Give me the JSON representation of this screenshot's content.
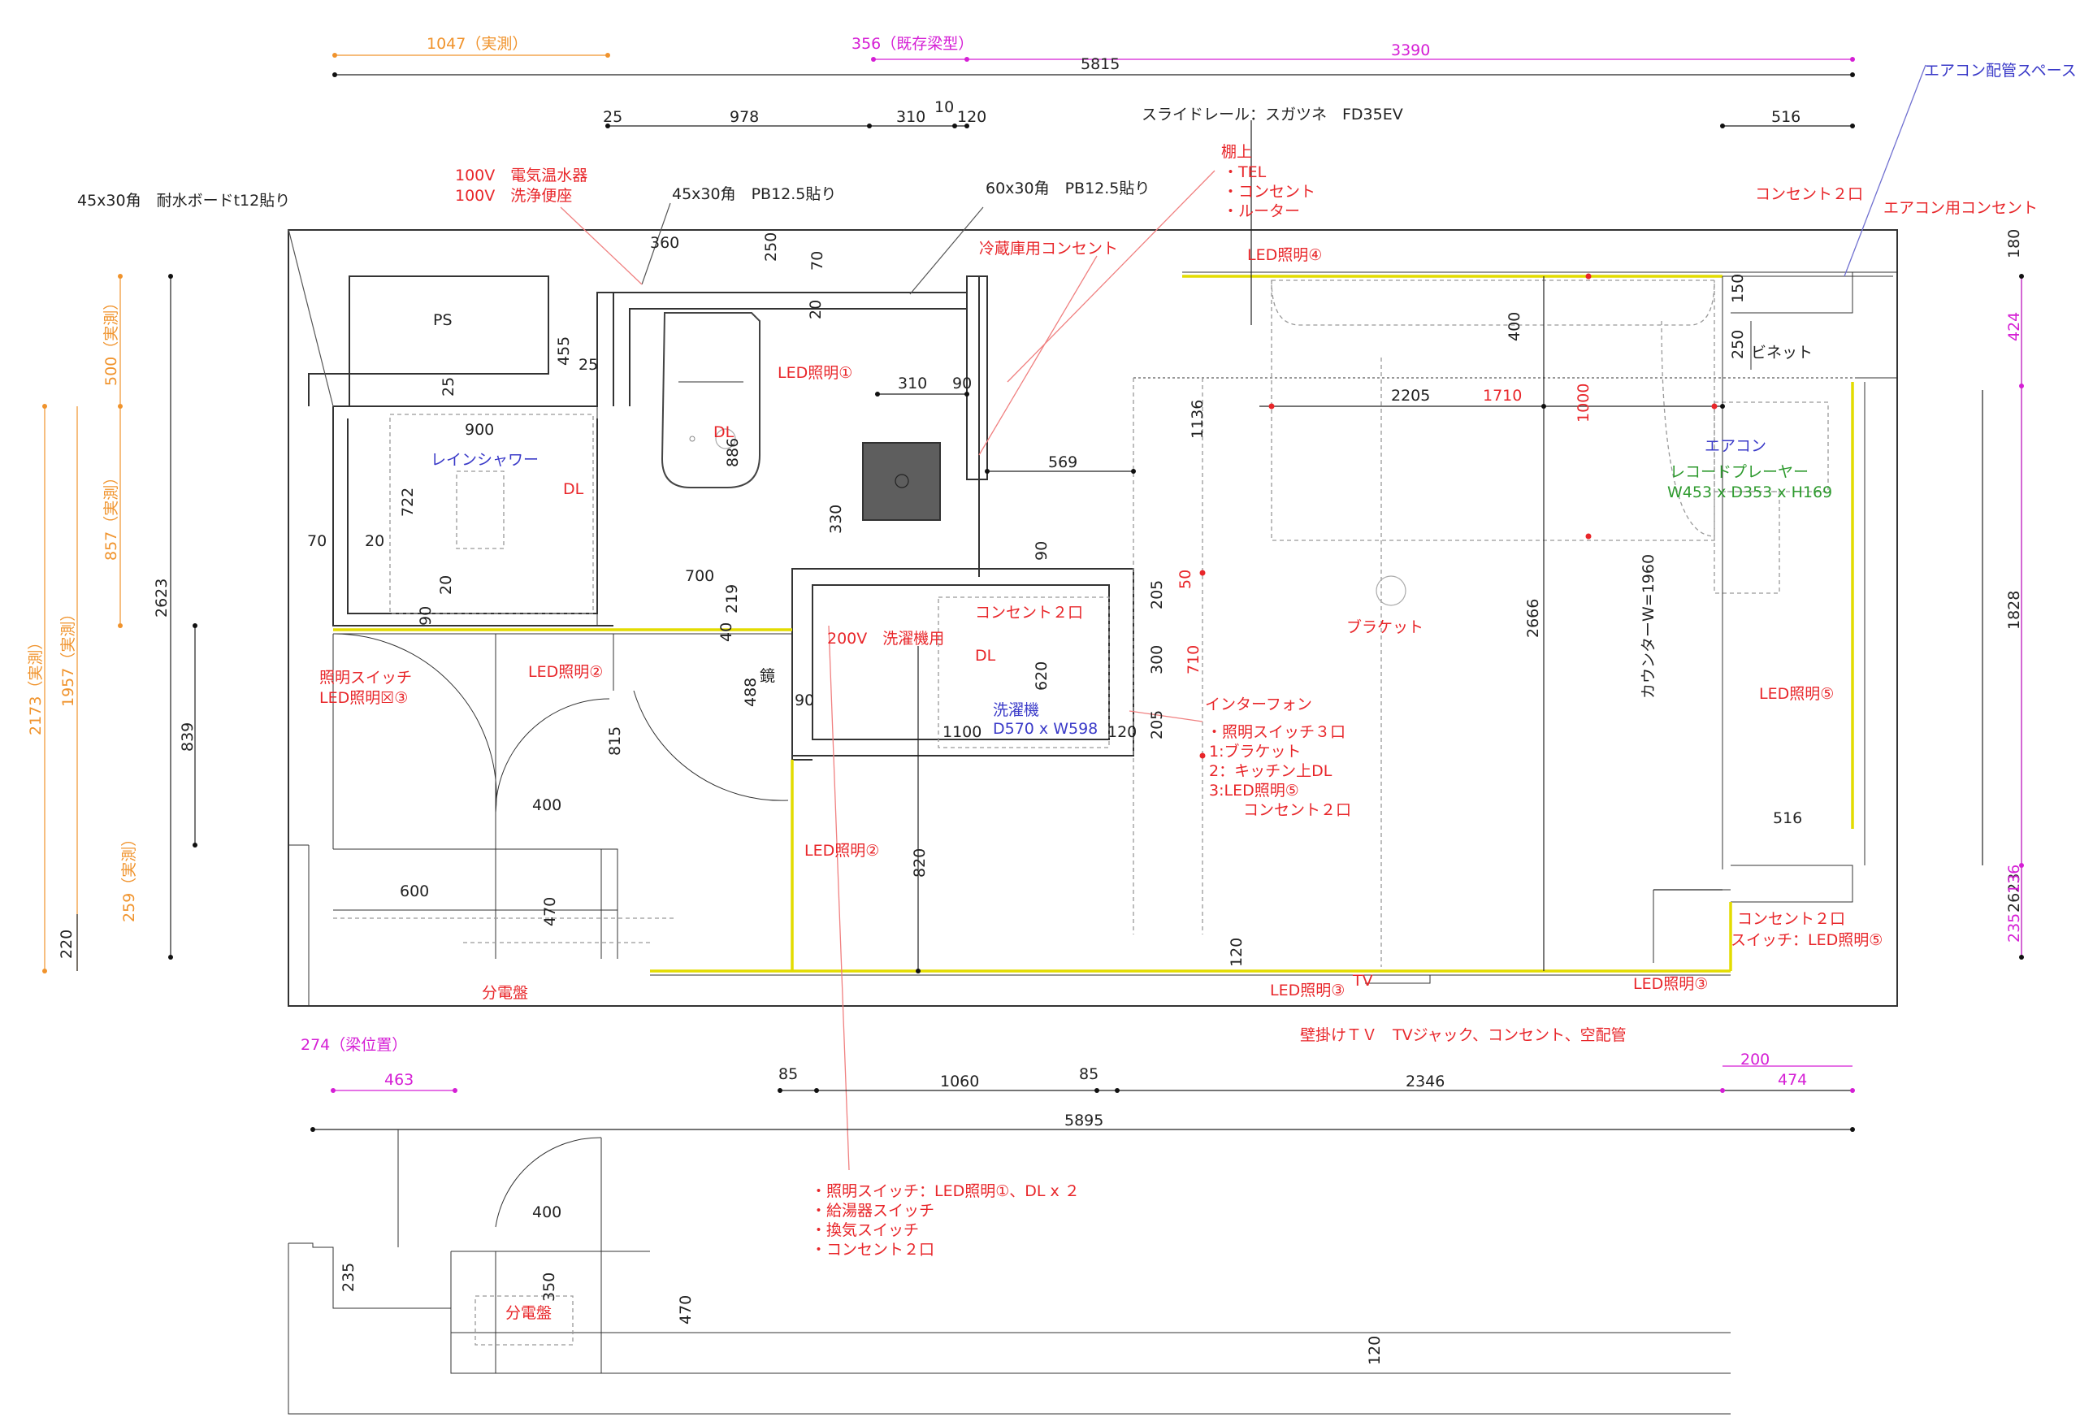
{
  "colors": {
    "red": "#e8262a",
    "blue": "#3a3ac8",
    "green": "#2e9a2e",
    "magenta": "#d51fd5",
    "orange": "#f0932c",
    "led": "#e3dc00"
  },
  "top": {
    "d1047": "1047（実測）",
    "d356": "356（既存梁型）",
    "d3390": "3390",
    "d5815": "5815",
    "rail": "スライドレール：スガツネ　FD35EV",
    "d25": "25",
    "d978": "978",
    "d310": "310",
    "d10": "10",
    "d120": "120",
    "d516": "516"
  },
  "notes": {
    "board45": "45x30角　耐水ボードt12貼り",
    "heater1": "100V　電気温水器",
    "heater2": "100V　洗浄便座",
    "pb45": "45x30角　PB12.5貼り",
    "pb60": "60x30角　PB12.5貼り",
    "shelf": "棚上",
    "tel": "・TEL",
    "outlet": "・コンセント",
    "router": "・ルーター",
    "fridge": "冷蔵庫用コンセント",
    "outlet2a": "コンセント２口",
    "acspace": "エアコン配管スペース",
    "acoutlet": "エアコン用コンセント",
    "led4": "LED照明④",
    "led1": "LED照明①",
    "dl1": "DL",
    "dl2": "DL",
    "dl3": "DL",
    "rainshower": "レインシャワー",
    "ps": "PS",
    "cabinet": "ビネット",
    "aircon": "エアコン",
    "record": "レコードプレーヤー",
    "recordsize": "W453 x D353 x H169",
    "w200v": "200V　洗濯機用",
    "outlet2b": "コンセント２口",
    "washer": "洗濯機",
    "washersize": "D570 x W598",
    "bracket": "ブラケット",
    "intercom": "インターフォン",
    "sw3": "・照明スイッチ３口",
    "sw3a": "1:ブラケット",
    "sw3b": "2：キッチン上DL",
    "sw3c": "3:LED照明⑤",
    "outlet2c": "コンセント２口",
    "counter": "カウンターW=1960",
    "led5": "LED照明⑤",
    "outlet2d": "コンセント２口",
    "switch5": "スイッチ：LED照明⑤",
    "tv": "TV",
    "led3a": "LED照明③",
    "led3b": "LED照明③",
    "wall_tv": "壁掛けＴＶ　TVジャック、コンセント、空配管",
    "swled": "照明スイッチ",
    "swled3": "LED照明☒③",
    "led2a": "LED照明②",
    "led2b": "LED照明②",
    "mirror": "鏡",
    "panel": "分電盤",
    "panel2": "分電盤",
    "bsw1": "・照明スイッチ：LED照明①、DL x ２",
    "bsw2": "・給湯器スイッチ",
    "bsw3": "・換気スイッチ",
    "bsw4": "・コンセント２口"
  },
  "dims": {
    "d360": "360",
    "d250": "250",
    "d70": "70",
    "d455": "455",
    "d25b": "25",
    "d25c": "25",
    "d20a": "20",
    "d900": "900",
    "d722": "722",
    "d70b": "70",
    "d20b": "20",
    "d20c": "20",
    "d90a": "90",
    "d886": "886",
    "d310b": "310",
    "d90b": "90",
    "d330": "330",
    "d569": "569",
    "d1136": "1136",
    "d2205": "2205",
    "d1710": "1710",
    "d400a": "400",
    "d1000": "1000",
    "d150": "150",
    "d250b": "250",
    "d700": "700",
    "d219": "219",
    "d40": "40",
    "d90c": "90",
    "d488": "488",
    "d90d": "90",
    "d620": "620",
    "d1100": "1100",
    "d120b": "120",
    "d205a": "205",
    "d300": "300",
    "d205b": "205",
    "d50": "50",
    "d710": "710",
    "d2666": "2666",
    "d1828": "1828",
    "d2623a": "2623",
    "d2623b": "2623",
    "d180": "180",
    "d424": "424",
    "d136": "136",
    "d235": "235",
    "d516b": "516",
    "d839": "839",
    "d815": "815",
    "d400b": "400",
    "d600": "600",
    "d470": "470",
    "d820": "820",
    "d120c": "120",
    "d220": "220",
    "o500": "500（実測）",
    "o857": "857（実測）",
    "o2173": "2173（実測）",
    "o1957": "1957（実測）",
    "o259": "259（実測）",
    "m274": "274（梁位置）",
    "m463": "463",
    "m200": "200",
    "m474": "474",
    "d85a": "85",
    "d1060": "1060",
    "d85b": "85",
    "d2346": "2346",
    "d5895": "5895",
    "d400c": "400",
    "d235b": "235",
    "d350": "350",
    "d470b": "470",
    "d120d": "120"
  }
}
